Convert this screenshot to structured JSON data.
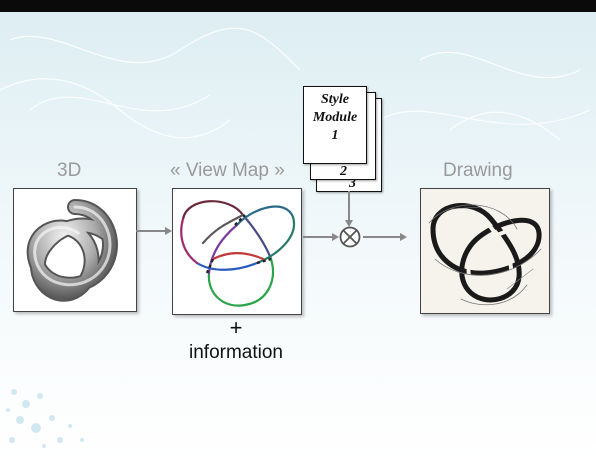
{
  "colors": {
    "background_wash": "#e3f1f5",
    "top_bar": "#0a0a0a",
    "label_gray": "#9a9a9a",
    "arrow_gray": "#888888",
    "text_dark": "#111111"
  },
  "labels": {
    "stage_3d": "3D",
    "stage_view_map": "« View Map »",
    "stage_drawing": "Drawing",
    "plus": "+",
    "information": "information"
  },
  "style_modules": {
    "card1_line1": "Style",
    "card1_line2": "Module",
    "card1_line3": "1",
    "card2": "2",
    "card3": "3"
  },
  "icons": {
    "combine_operator": "circled-times-icon",
    "knot_3d": "trefoil-knot-3d-render",
    "knot_view_map": "trefoil-knot-view-map",
    "knot_drawing": "trefoil-knot-sketch"
  }
}
